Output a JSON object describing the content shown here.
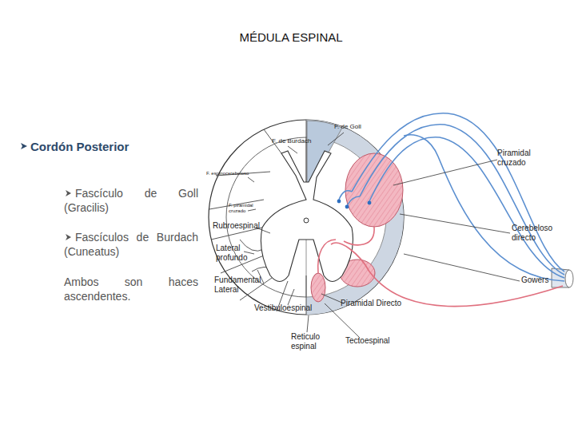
{
  "diagram": {
    "title": "MÉDULA ESPINAL",
    "labels": [
      "Cordón Posterior",
      "Fascículo de Goll (Gracilis)",
      "Fascículos de Burdach (Cuneatus)",
      "Ambos son haces ascendentes.",
      "F. de Goll",
      "F. de Burdach",
      "F. espinocerebeloso",
      "F. piramidal cruzado",
      "Rubroespinal",
      "Lateral profundo",
      "Fundamental Lateral",
      "Vestibuloespinal",
      "Piramidal Directo",
      "Reticulo espinal",
      "Tectoespinal",
      "Piramidal cruzado",
      "Cerebeloso directo",
      "Gowers"
    ]
  }
}
